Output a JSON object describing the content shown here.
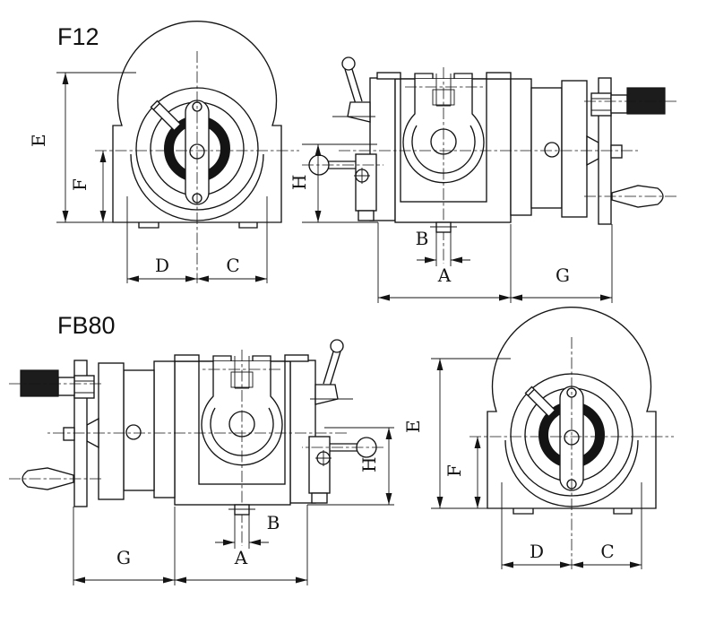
{
  "colors": {
    "line": "#141414",
    "dark": "#1c1c1c",
    "background": "#ffffff"
  },
  "titles": {
    "top": "F12",
    "bottom": "FB80"
  },
  "views": {
    "f12_front": {
      "labels": {
        "e": "E",
        "f": "F",
        "d": "D",
        "c": "C"
      }
    },
    "f12_side": {
      "labels": {
        "h": "H",
        "b": "B",
        "a": "A",
        "g": "G"
      }
    },
    "fb80_side": {
      "labels": {
        "h": "H",
        "b": "B",
        "a": "A",
        "g": "G"
      }
    },
    "fb80_front": {
      "labels": {
        "e": "E",
        "f": "F",
        "d": "D",
        "c": "C"
      }
    }
  }
}
